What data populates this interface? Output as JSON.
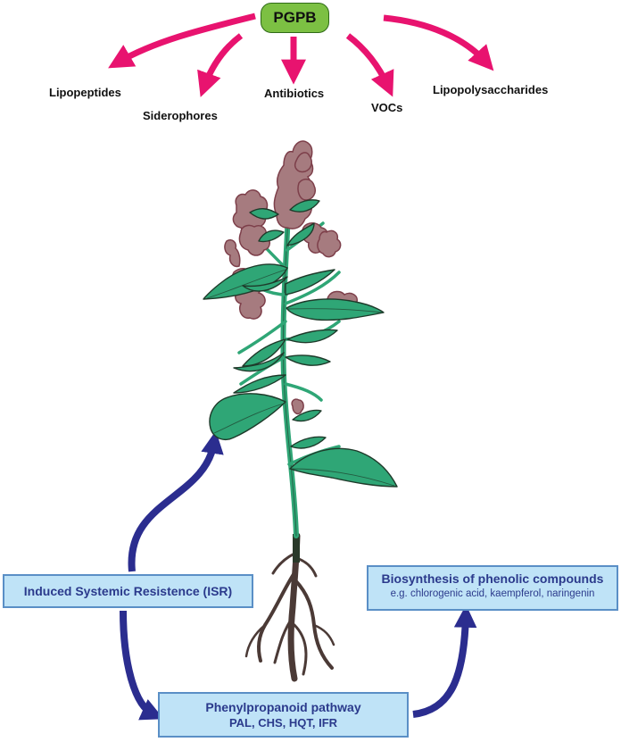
{
  "source": {
    "label": "PGPB"
  },
  "products": [
    {
      "label": "Lipopeptides"
    },
    {
      "label": "Siderophores"
    },
    {
      "label": "Antibiotics"
    },
    {
      "label": "VOCs"
    },
    {
      "label": "Lipopolysaccharides"
    }
  ],
  "boxes": {
    "isr": {
      "label": "Induced Systemic Resistence (ISR)"
    },
    "phenylpropanoid": {
      "title": "Phenylpropanoid pathway",
      "enzymes": "PAL, CHS, HQT, IFR"
    },
    "biosynthesis": {
      "title": "Biosynthesis of phenolic compounds",
      "examples": "e.g. chlorogenic acid, kaempferol, naringenin"
    }
  },
  "colors": {
    "pink_arrow": "#e8136f",
    "blue_arrow": "#2b2d8f",
    "leaf": "#2fa676",
    "flower": "#a67b7f",
    "root": "#4b3a36",
    "box_fill": "#bfe3f7",
    "box_text": "#2b3a8c",
    "badge": "#7cc043"
  }
}
